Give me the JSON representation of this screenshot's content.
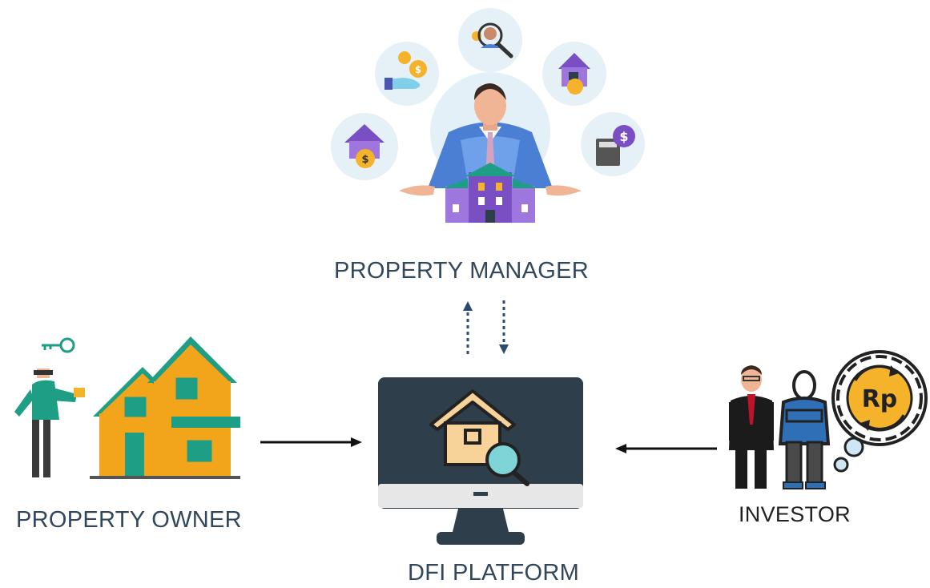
{
  "nodes": {
    "manager": {
      "label": "PROPERTY MANAGER"
    },
    "owner": {
      "label": "PROPERTY OWNER"
    },
    "platform": {
      "label": "DFI PLATFORM"
    },
    "investor": {
      "label": "INVESTOR",
      "currency": "Rp"
    }
  },
  "colors": {
    "label_text": "#33475b",
    "arrow": "#111111",
    "dotted_arrow": "#2b4a6f",
    "house_orange": "#f2a51a",
    "house_teal": "#1f9e86",
    "monitor_dark": "#2e3e4a",
    "suit_blue": "#4a7fd4",
    "coin_gold": "#f4b32a"
  },
  "icons": [
    "key-icon",
    "dollar-coin-icon",
    "hand-icon",
    "search-people-icon",
    "house-gear-icon",
    "calculator-icon",
    "magnifier-icon",
    "refresh-cycle-icon"
  ]
}
